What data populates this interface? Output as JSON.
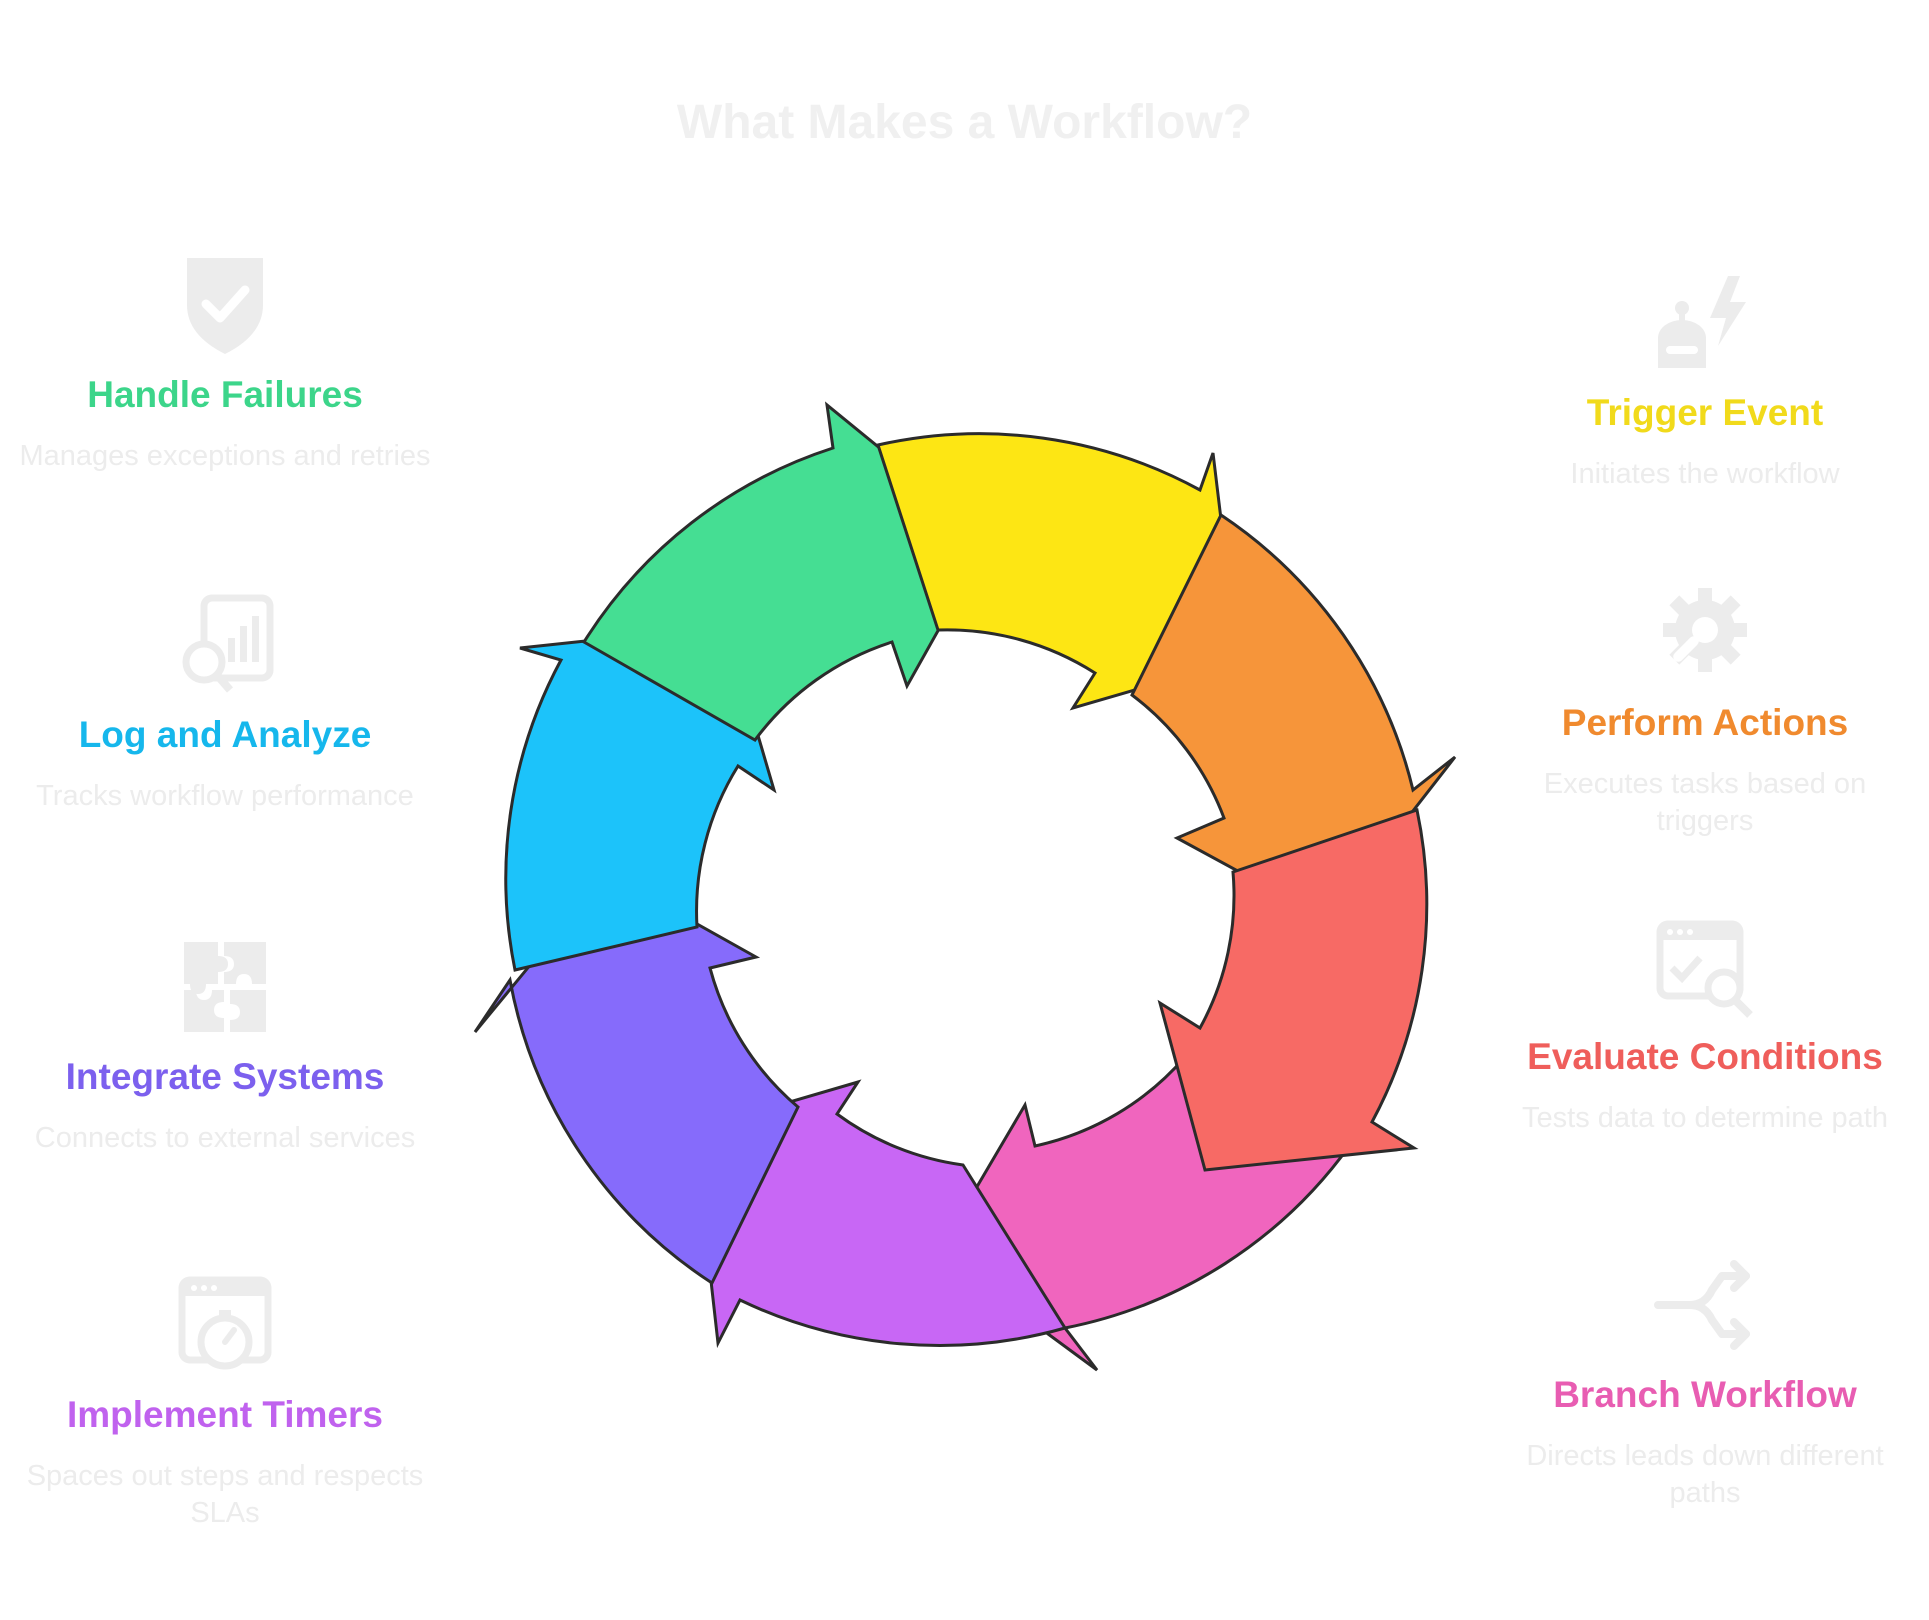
{
  "title": "What Makes a Workflow?",
  "colors": {
    "yellow": "#FDE614",
    "orange": "#F6953A",
    "red": "#F76A65",
    "pink": "#F065BE",
    "violet": "#C867F5",
    "purple": "#866BFB",
    "blue": "#1CC3FA",
    "green": "#45DE93",
    "outline": "#2b2b2b",
    "muted": "#ececec"
  },
  "steps": [
    {
      "id": "trigger",
      "label": "Trigger Event",
      "desc": "Initiates the workflow",
      "color": "#F1DA1B",
      "icon": "robot-lightning-icon"
    },
    {
      "id": "actions",
      "label": "Perform Actions",
      "desc": "Executes tasks based on triggers",
      "color": "#F08A2E",
      "icon": "gear-wrench-icon"
    },
    {
      "id": "evaluate",
      "label": "Evaluate Conditions",
      "desc": "Tests data to determine path",
      "color": "#EF5E5B",
      "icon": "browser-check-search-icon"
    },
    {
      "id": "branch",
      "label": "Branch Workflow",
      "desc": "Directs leads down different paths",
      "color": "#E85DB2",
      "icon": "branch-arrows-icon"
    },
    {
      "id": "timers",
      "label": "Implement Timers",
      "desc": "Spaces out steps and respects SLAs",
      "color": "#C062EE",
      "icon": "browser-stopwatch-icon"
    },
    {
      "id": "integrate",
      "label": "Integrate Systems",
      "desc": "Connects to external services",
      "color": "#7C60EE",
      "icon": "puzzle-pieces-icon"
    },
    {
      "id": "log",
      "label": "Log and Analyze",
      "desc": "Tracks workflow performance",
      "color": "#16B7EC",
      "icon": "chart-search-icon"
    },
    {
      "id": "failures",
      "label": "Handle Failures",
      "desc": "Manages exceptions and retries",
      "color": "#3CD58A",
      "icon": "shield-check-icon"
    }
  ]
}
